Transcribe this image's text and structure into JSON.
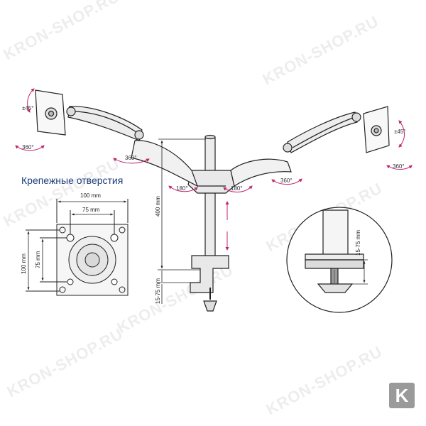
{
  "watermark": {
    "text": "KRON-SHOP.RU"
  },
  "heading": "Крепежные отверстия",
  "vesa": {
    "width_outer": "100 mm",
    "width_inner": "75 mm",
    "height_outer": "100 mm",
    "height_inner": "75 mm"
  },
  "mount": {
    "pole_height": "400 mm",
    "clamp_range": "15-75 mm"
  },
  "detail": {
    "clamp_range": "15-75 mm"
  },
  "angles": {
    "tilt_left": "±45°",
    "tilt_right": "±45°",
    "rotate_left": "360°",
    "rotate_right": "360°",
    "rotate_arm_left": "360°",
    "rotate_arm_right": "360°",
    "swivel_left": "180°",
    "swivel_right": "180°"
  },
  "logo": {
    "letter": "K"
  },
  "colors": {
    "angle_arrow": "#c0246e",
    "heading": "#1d3f7a",
    "line": "#222222"
  }
}
